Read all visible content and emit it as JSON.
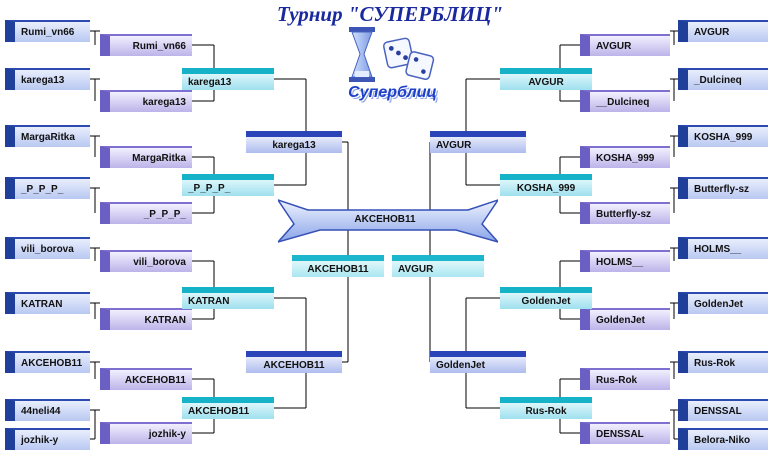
{
  "title": "Турнир \"СУПЕРБЛИЦ\"",
  "logo": {
    "text": "Суперблиц",
    "icon": "hourglass-dice-icon"
  },
  "champion": "AKCEHOB11",
  "colors": {
    "r0": "#1f3f9a",
    "r1": "#6b5fc4",
    "r2": "#16b3c8",
    "r3": "#2b45b8",
    "line": "#000000",
    "title": "#1a2a9e"
  },
  "left": {
    "r0": [
      "Rumi_vn66",
      "karega13",
      "MargaRitka",
      "_P_P_P_",
      "vili_borova",
      "KATRAN",
      "AKCEHOB11",
      "44neli44",
      "jozhik-y"
    ],
    "r1": [
      "Rumi_vn66",
      "karega13",
      "MargaRitka",
      "_P_P_P_",
      "vili_borova",
      "KATRAN",
      "AKCEHOB11",
      "jozhik-y"
    ],
    "r2": [
      "karega13",
      "_P_P_P_",
      "KATRAN",
      "AKCEHOB11"
    ],
    "r3": [
      "karega13",
      "AKCEHOB11"
    ],
    "semi": "AKCEHOB11"
  },
  "right": {
    "r0": [
      "AVGUR",
      "_Dulcineq",
      "KOSHA_999",
      "Butterfly-sz",
      "HOLMS__",
      "GoldenJet",
      "Rus-Rok",
      "DENSSAL",
      "Belora-Niko"
    ],
    "r1": [
      "AVGUR",
      "__Dulcineq",
      "KOSHA_999",
      "Butterfly-sz",
      "HOLMS__",
      "GoldenJet",
      "Rus-Rok",
      "DENSSAL"
    ],
    "r2": [
      "AVGUR",
      "KOSHA_999",
      "GoldenJet",
      "Rus-Rok"
    ],
    "r3": [
      "AVGUR",
      "GoldenJet"
    ],
    "semi": "AVGUR"
  }
}
